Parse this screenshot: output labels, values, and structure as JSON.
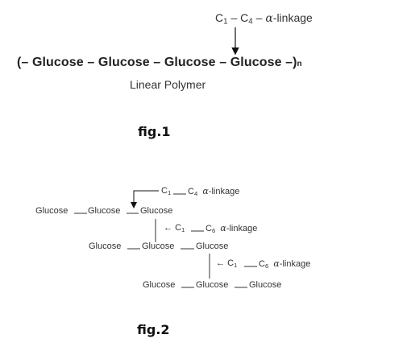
{
  "fig1": {
    "linkage": {
      "c1": "C",
      "c1_sub": "1",
      "sep": " – ",
      "c4": "C",
      "c4_sub": "4",
      "sep2": " – ",
      "alpha": "α",
      "suffix": "-linkage"
    },
    "polymer": {
      "text": "(– Glucose – Glucose – Glucose – Glucose –)",
      "sub": "n"
    },
    "caption": "Linear Polymer",
    "label": "fig.1"
  },
  "fig2": {
    "link_c1c4": {
      "c1": "C",
      "c1_sub": "1",
      "c4": "C",
      "c4_sub": "4",
      "alpha": "α",
      "suffix": "-linkage"
    },
    "row1": [
      "Glucose",
      "Glucose",
      "Glucose"
    ],
    "link_c1c6_a": {
      "arrow": "←",
      "c1": "C",
      "c1_sub": "1",
      "c6": "C",
      "c6_sub": "6",
      "alpha": "α",
      "suffix": "-linkage"
    },
    "row2": [
      "Glucose",
      "Glucose",
      "Glucose"
    ],
    "link_c1c6_b": {
      "arrow": "←",
      "c1": "C",
      "c1_sub": "1",
      "c6": "C",
      "c6_sub": "6",
      "alpha": "α",
      "suffix": "-linkage"
    },
    "row3": [
      "Glucose",
      "Glucose",
      "Glucose"
    ],
    "label": "fig.2"
  }
}
